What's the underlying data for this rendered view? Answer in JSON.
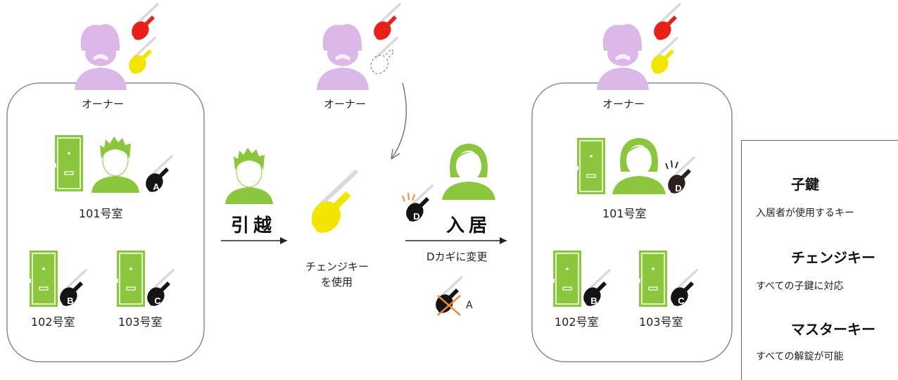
{
  "owner_label": "オーナー",
  "rooms": {
    "r101": "101号室",
    "r102": "102号室",
    "r103": "103号室"
  },
  "key_letters": {
    "a": "A",
    "b": "B",
    "c": "C",
    "d": "D"
  },
  "steps": {
    "move_out": "引越",
    "move_in": "入居",
    "change_key_use_line1": "チェンジキー",
    "change_key_use_line2": "を使用",
    "change_to_d": "Dカギに変更"
  },
  "legend": {
    "child_key_title": "子鍵",
    "child_key_desc": "入居者が使用するキー",
    "change_key_title": "チェンジキー",
    "change_key_desc": "すべての子鍵に対応",
    "master_key_title": "マスターキー",
    "master_key_desc": "すべての解錠が可能"
  },
  "colors": {
    "green": "#8cc63f",
    "owner_purple": "#dcb8e8",
    "master_red": "#e8201a",
    "change_yellow": "#f2e600",
    "child_black": "#141414",
    "child_d": "#2b1f1f",
    "alert_orange": "#f08a3a"
  }
}
